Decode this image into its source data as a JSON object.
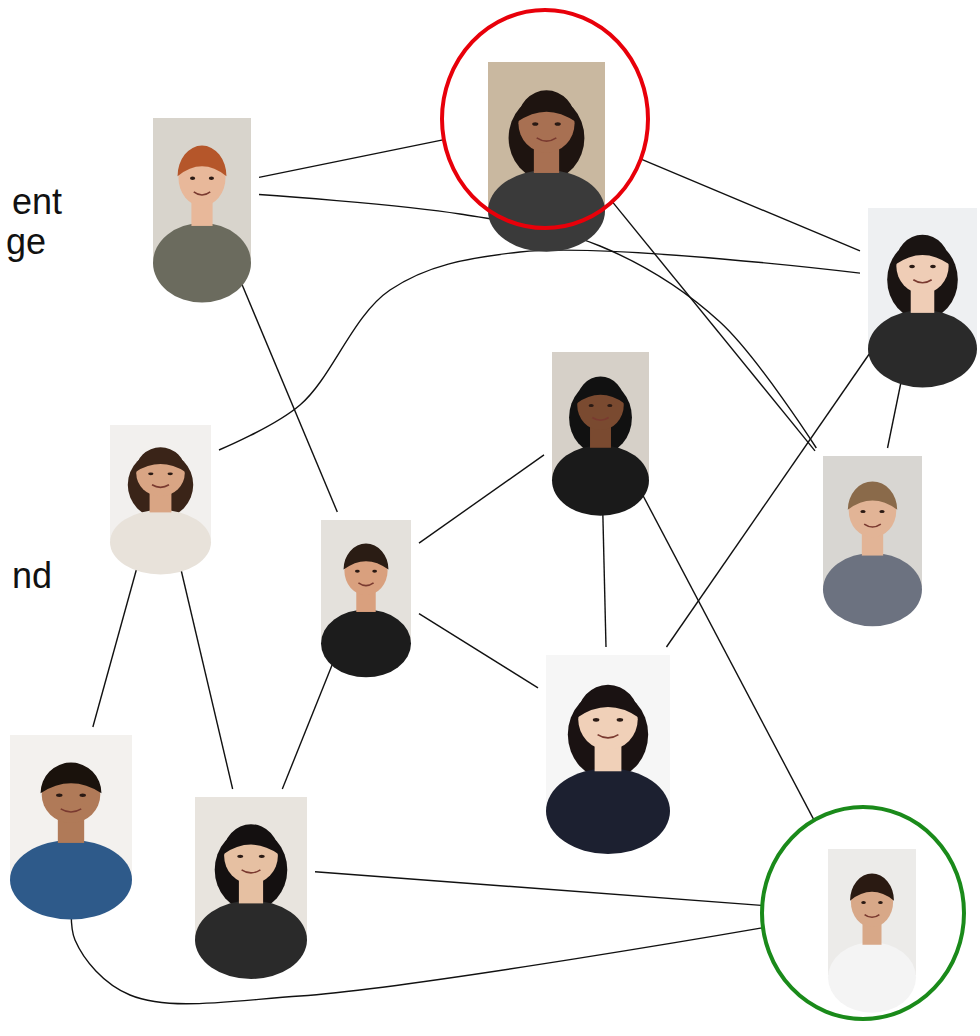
{
  "diagram": {
    "nodes": [
      {
        "text": []
      },
      {
        "text": []
      },
      {
        "text": []
      },
      {
        "text": []
      },
      {
        "text": []
      },
      {
        "text": []
      },
      {
        "text": []
      },
      {
        "text": []
      },
      {
        "text": []
      },
      {
        "text": []
      },
      {
        "text": []
      }
    ],
    "edges": [
      {
        "from": 0,
        "to": 1,
        "arrow": "none"
      },
      {
        "from": 1,
        "to": 2,
        "arrow": "none"
      },
      {
        "from": 1,
        "to": 6,
        "arrow": "none"
      },
      {
        "from": 0,
        "to": 6,
        "arrow": "none"
      },
      {
        "from": 0,
        "to": 5,
        "arrow": "none"
      },
      {
        "from": 3,
        "to": 2,
        "arrow": "none"
      },
      {
        "from": 2,
        "to": 6,
        "arrow": "none"
      },
      {
        "from": 2,
        "to": 7,
        "arrow": "none"
      },
      {
        "from": 4,
        "to": 5,
        "arrow": "none"
      },
      {
        "from": 4,
        "to": 7,
        "arrow": "none"
      },
      {
        "from": 4,
        "to": 10,
        "arrow": "none"
      },
      {
        "from": 5,
        "to": 7,
        "arrow": "none"
      },
      {
        "from": 5,
        "to": 9,
        "arrow": "none"
      },
      {
        "from": 3,
        "to": 9,
        "arrow": "none"
      },
      {
        "from": 3,
        "to": 8,
        "arrow": "none"
      },
      {
        "from": 9,
        "to": 10,
        "arrow": "none"
      },
      {
        "from": 8,
        "to": 10,
        "arrow": "none"
      }
    ],
    "labels": [
      "ent",
      "ge",
      "nd"
    ]
  }
}
